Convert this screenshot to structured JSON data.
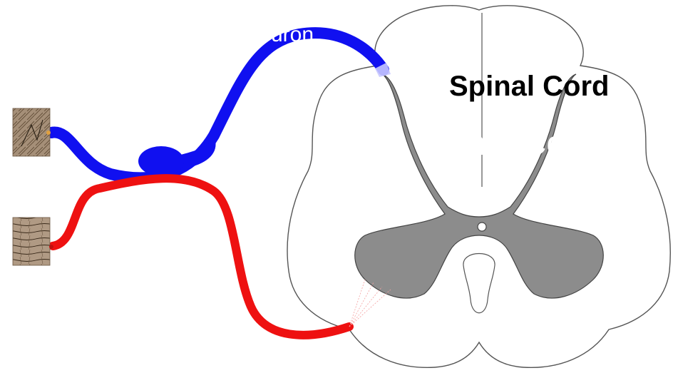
{
  "labels": {
    "title": "Spinal Cord",
    "ghost_title": "Spinal Co",
    "neuron_fragment": "uron"
  },
  "colors": {
    "sensory": "#1010f0",
    "motor": "#ee1111",
    "gray_matter": "#8c8c8c",
    "outline": "#555555",
    "skin_tile": "#a58f78"
  },
  "icons": {
    "upper_tile": "skin-receptor-tile",
    "lower_tile": "muscle-tile"
  }
}
